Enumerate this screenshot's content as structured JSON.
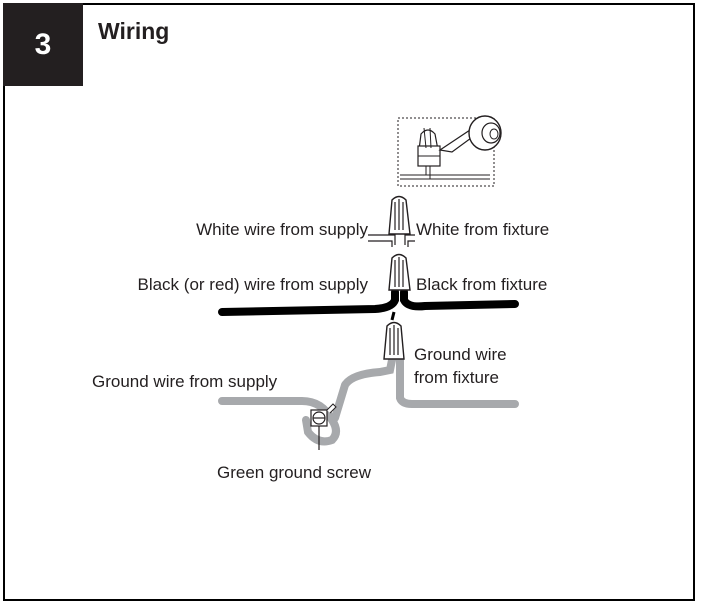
{
  "step": {
    "number": "3",
    "title": "Wiring"
  },
  "labels": {
    "white_supply": "White wire from supply",
    "white_fixture": "White from fixture",
    "black_supply": "Black (or red) wire from supply",
    "black_fixture": "Black from fixture",
    "ground_supply": "Ground wire from supply",
    "ground_fixture_line1": "Ground wire",
    "ground_fixture_line2": "from fixture",
    "ground_screw": "Green ground screw"
  },
  "colors": {
    "frame": "#000000",
    "step_box": "#231f20",
    "black_wire": "#000000",
    "ground_wire": "#a7a9ac"
  }
}
